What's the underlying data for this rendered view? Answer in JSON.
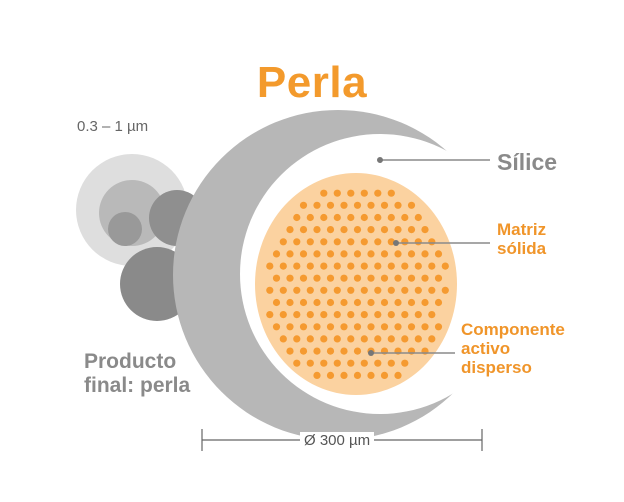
{
  "title": "Perla",
  "particle_size": "0.3 – 1 µm",
  "final_product": {
    "line1": "Producto",
    "line2": "final: perla"
  },
  "labels": {
    "silica": "Sílice",
    "matrix": {
      "line1": "Matriz",
      "line2": "sólida"
    },
    "active": {
      "line1": "Componente",
      "line2": "activo",
      "line3": "disperso"
    }
  },
  "diameter": "Ø 300 µm",
  "colors": {
    "orange_text": "#f39a2c",
    "matrix_fill": "#fbd2a0",
    "dots": "#f59a30",
    "silica_gray": "#b9b9b9",
    "label_gray": "#8a8a8a"
  }
}
